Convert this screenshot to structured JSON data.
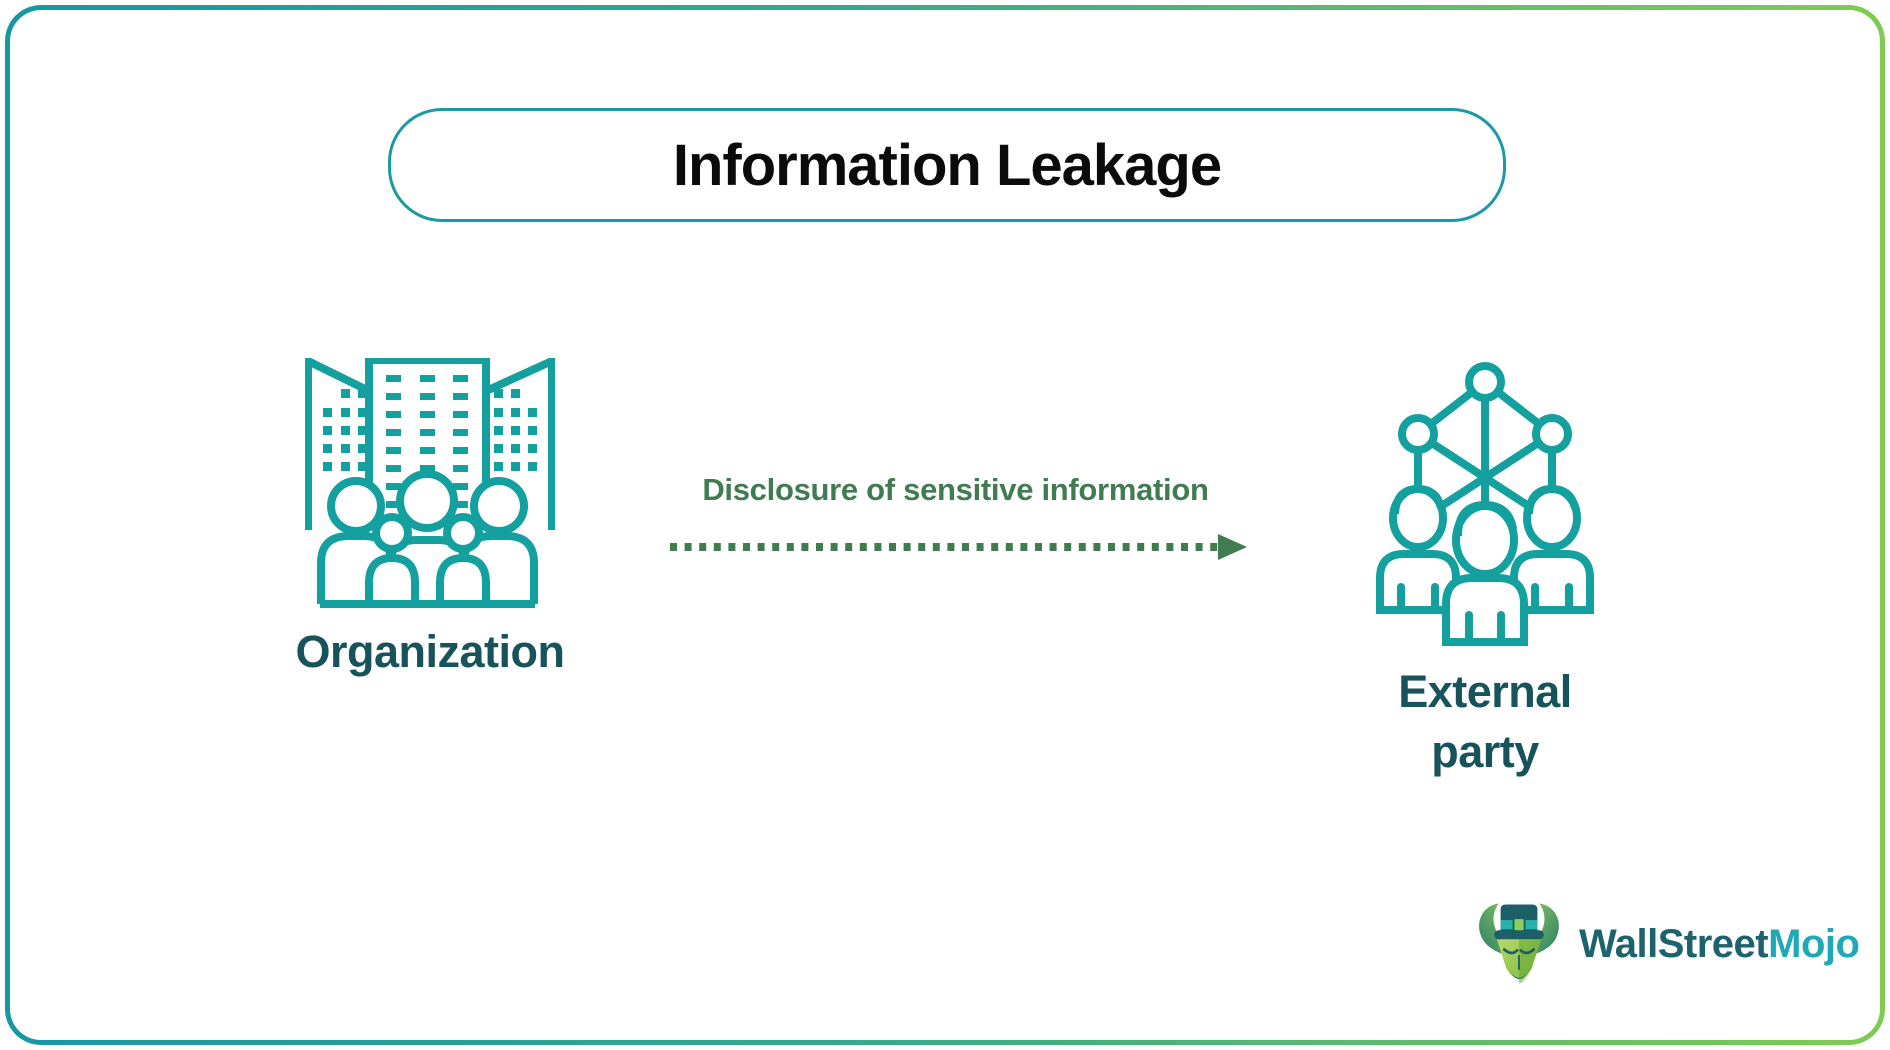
{
  "title": {
    "text": "Information Leakage",
    "box_border_color": "#199aa4",
    "text_color": "#0b0b0b"
  },
  "flow": {
    "source": {
      "label": "Organization",
      "icon": "organization-buildings-people-icon"
    },
    "arrow": {
      "label": "Disclosure of sensitive information",
      "style": "dotted",
      "direction": "right",
      "color": "#417c50"
    },
    "target": {
      "label_line1": "External",
      "label_line2": "party",
      "icon": "network-people-icon"
    }
  },
  "branding": {
    "logo_text_primary": "WallStreet",
    "logo_text_accent": "Mojo",
    "icon": "bull-mascot-icon",
    "primary_color": "#1d636b",
    "accent_color": "#1fa9b6"
  },
  "colors": {
    "icon_teal": "#14a09e",
    "label_dark_teal": "#17535a",
    "frame_gradient_start": "#1797a3",
    "frame_gradient_end": "#80cc52"
  }
}
